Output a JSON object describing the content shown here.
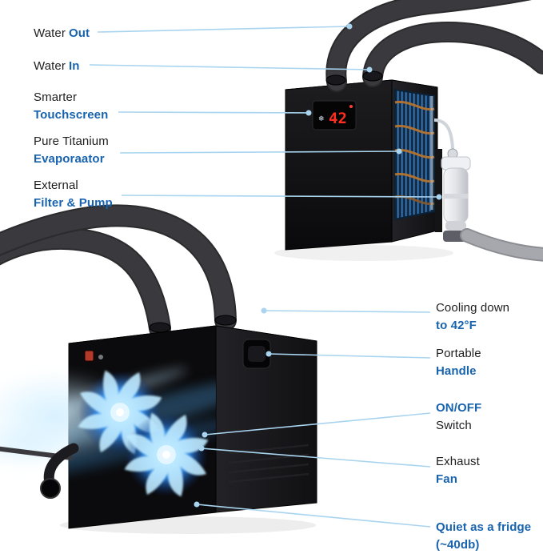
{
  "palette": {
    "accent": "#1863ae",
    "callout_line": "#a9d4ef",
    "product_black": "#0c0c0e",
    "glow_blue": "#3f9ff0",
    "digit_red": "#ff2d1f"
  },
  "display": {
    "value": "42"
  },
  "icons": {
    "snowflake": "❄"
  },
  "labels": {
    "water_out": {
      "normal": "Water",
      "accent": "Out"
    },
    "water_in": {
      "normal": "Water",
      "accent": "In"
    },
    "touchscreen": {
      "line1": "Smarter",
      "line2": "Touchscreen"
    },
    "evaporator": {
      "line1": "Pure Titanium",
      "line2": "Evaporaator"
    },
    "filter_pump": {
      "line1": "External",
      "line2": "Filter & Pump"
    },
    "cooling": {
      "line1": "Cooling down",
      "line2": "to 42°F"
    },
    "handle": {
      "line1": "Portable",
      "line2": "Handle"
    },
    "switch": {
      "line1": "ON/OFF",
      "line2": "Switch"
    },
    "fan": {
      "line1": "Exhaust",
      "line2": "Fan"
    },
    "quiet": {
      "line1": "Quiet as a fridge",
      "line2": "(~40db)"
    }
  }
}
